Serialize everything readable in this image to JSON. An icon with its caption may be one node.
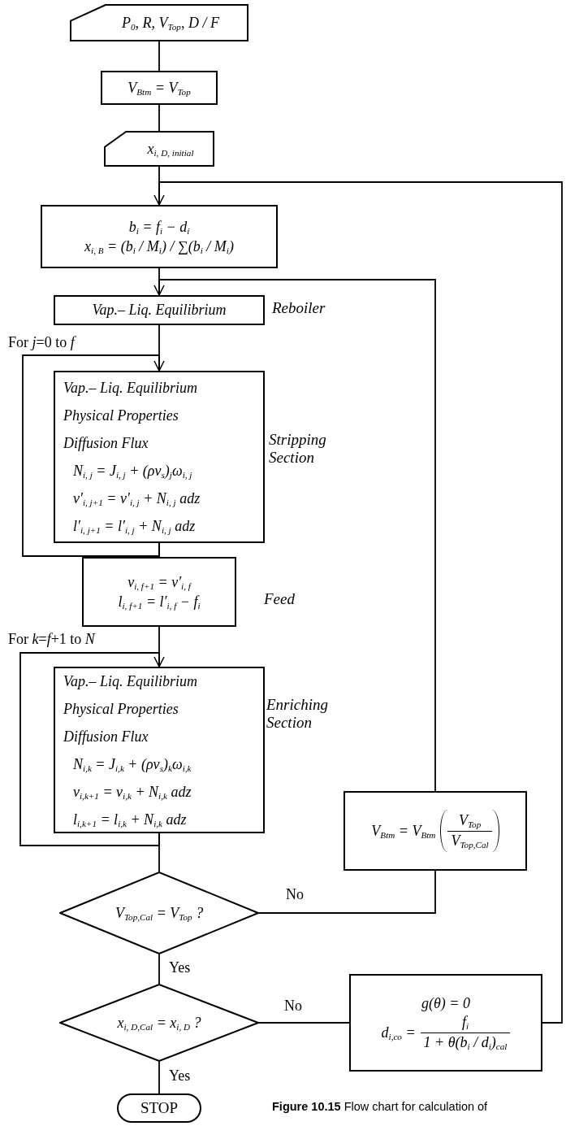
{
  "diagram": {
    "nodes": [
      {
        "text": [
          "P$_{0}$, R, V$_{Top}$, D / F"
        ]
      },
      {
        "text": [
          "V$_{Btm}$ = V$_{Top}$"
        ]
      },
      {
        "text": [
          "x$_{i, D, initial}$"
        ]
      },
      {
        "text": [
          "b$_{i}$ = f$_{i}$ − d$_{i}$",
          "x$_{i, B}$ = (b$_{i}$ / M$_{i}$) / ∑(b$_{i}$ / M$_{i}$)"
        ]
      },
      {
        "text": [
          "Vap.– Liq. Equilibrium"
        ],
        "beside": [
          "Reboiler"
        ]
      },
      {
        "text": [
          "Vap.– Liq. Equilibrium",
          "Physical Properties",
          "Diffusion Flux",
          "N$_{i, j}$ = J$_{i, j}$ + (ρv$_{s}$)$_{j}$ω$_{i, j}$",
          "v′$_{i, j+1}$ = v′$_{i, j}$ + N$_{i, j}$ adz",
          "l′$_{i, j+1}$ = l′$_{i, j}$ + N$_{i, j}$ adz"
        ],
        "beside": [
          "Stripping Section"
        ]
      },
      {
        "text": [
          "v$_{i, f+1}$ = v′$_{i, f}$",
          "l$_{i, f+1}$ = l′$_{i, f}$ − f$_{i}$"
        ],
        "beside": [
          "Feed"
        ]
      },
      {
        "text": [
          "Vap.– Liq. Equilibrium",
          "Physical Properties",
          "Diffusion Flux",
          "N$_{i,k}$ = J$_{i,k}$ + (ρv$_{s}$)$_{k}$ω$_{i,k}$",
          "v$_{i,k+1}$ = v$_{i,k}$ + N$_{i,k}$ adz",
          "l$_{i,k+1}$ = l$_{i,k}$ + N$_{i,k}$ adz"
        ],
        "beside": [
          "Enriching Section"
        ]
      },
      {
        "text": [
          "V$_{Btm}$ = V$_{Btm}$",
          "V$_{Top}$",
          "V$_{Top,Cal}$"
        ]
      },
      {
        "text": [
          "V$_{Top,Cal}$ = V$_{Top}$ ?"
        ]
      },
      {
        "text": [
          "x$_{i, D,Cal}$ = x$_{i, D}$ ?"
        ]
      },
      {
        "text": [
          "g(θ) = 0",
          "d$_{i,co}$ =",
          "f$_{i}$",
          "1 + θ(b$_{i}$ / d$_{i}$)$_{cal}$"
        ]
      },
      {
        "text": [
          "STOP"
        ]
      }
    ],
    "edges": [
      {
        "from": 0,
        "to": 1,
        "arrow": "none"
      },
      {
        "from": 1,
        "to": 2,
        "arrow": "none"
      },
      {
        "from": 2,
        "to": 3,
        "arrow": "none"
      },
      {
        "from": 11,
        "to": 3,
        "arrow": "to"
      },
      {
        "from": 3,
        "to": 4,
        "arrow": "none"
      },
      {
        "from": 8,
        "to": 4,
        "arrow": "to"
      },
      {
        "from": 4,
        "to": 5,
        "arrow": "none"
      },
      {
        "from": 5,
        "to": 5,
        "arrow": "to",
        "label": "For *j*=0 to *f*"
      },
      {
        "from": 5,
        "to": 6,
        "arrow": "none"
      },
      {
        "from": 6,
        "to": 7,
        "arrow": "none"
      },
      {
        "from": 7,
        "to": 7,
        "arrow": "to",
        "label": "For *k*=*f*+1 to *N*"
      },
      {
        "from": 7,
        "to": 9,
        "arrow": "none"
      },
      {
        "from": 9,
        "to": 8,
        "arrow": "none",
        "label": "No"
      },
      {
        "from": 9,
        "to": 10,
        "arrow": "none",
        "label": "Yes"
      },
      {
        "from": 10,
        "to": 11,
        "arrow": "none",
        "label": "No"
      },
      {
        "from": 10,
        "to": 12,
        "arrow": "none",
        "label": "Yes"
      }
    ],
    "caption": "**Figure 10.15** Flow chart for calculation of"
  }
}
